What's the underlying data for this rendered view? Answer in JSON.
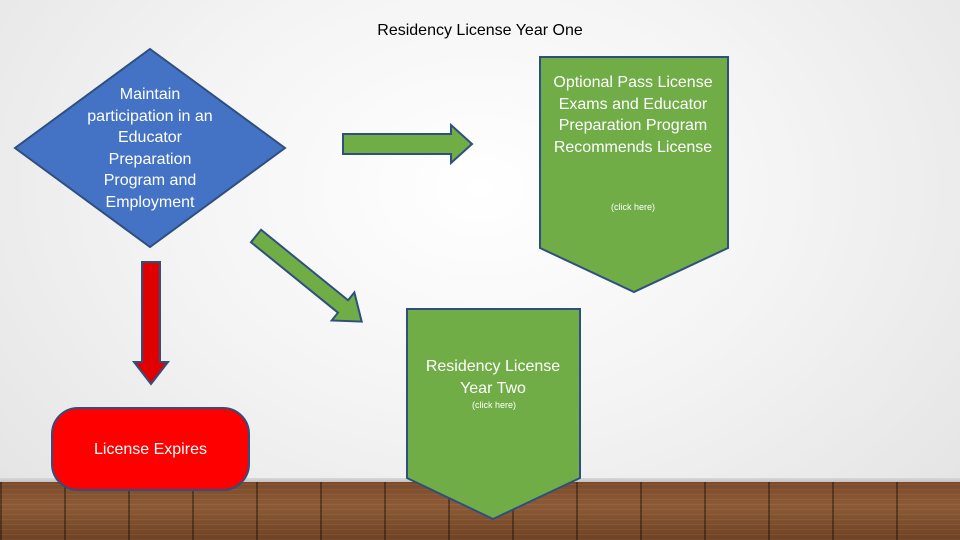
{
  "title": "Residency License Year One",
  "nodes": {
    "maintain": {
      "label": "Maintain participation in an Educator Preparation Program and Employment",
      "color": "#4472c4"
    },
    "optional": {
      "label": "Optional Pass License Exams and Educator Preparation Program Recommends License",
      "note": "(click here)",
      "color": "#70ad47"
    },
    "year_two": {
      "label": "Residency License Year Two",
      "note": "(click here)",
      "color": "#70ad47"
    },
    "expires": {
      "label": "License Expires",
      "color": "#ff0000"
    }
  },
  "colors": {
    "green_arrow": "#70ad47",
    "red_arrow": "#e00000",
    "outline": "#2f4f7f"
  }
}
